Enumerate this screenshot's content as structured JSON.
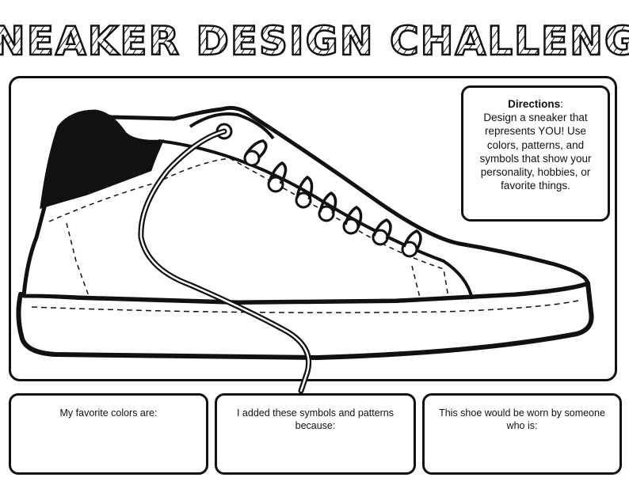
{
  "title": "SNEAKER DESIGN CHALLENGE",
  "directions": {
    "label": "Directions",
    "text": "Design a sneaker that represents YOU! Use colors, patterns, and symbols that show your personality, hobbies, or favorite things."
  },
  "prompts": [
    {
      "text": "My favorite colors are:"
    },
    {
      "text": "I added these symbols and patterns because:"
    },
    {
      "text": "This shoe would be worn by someone who is:"
    }
  ],
  "icons": {
    "sneaker": "sneaker-outline-illustration"
  }
}
